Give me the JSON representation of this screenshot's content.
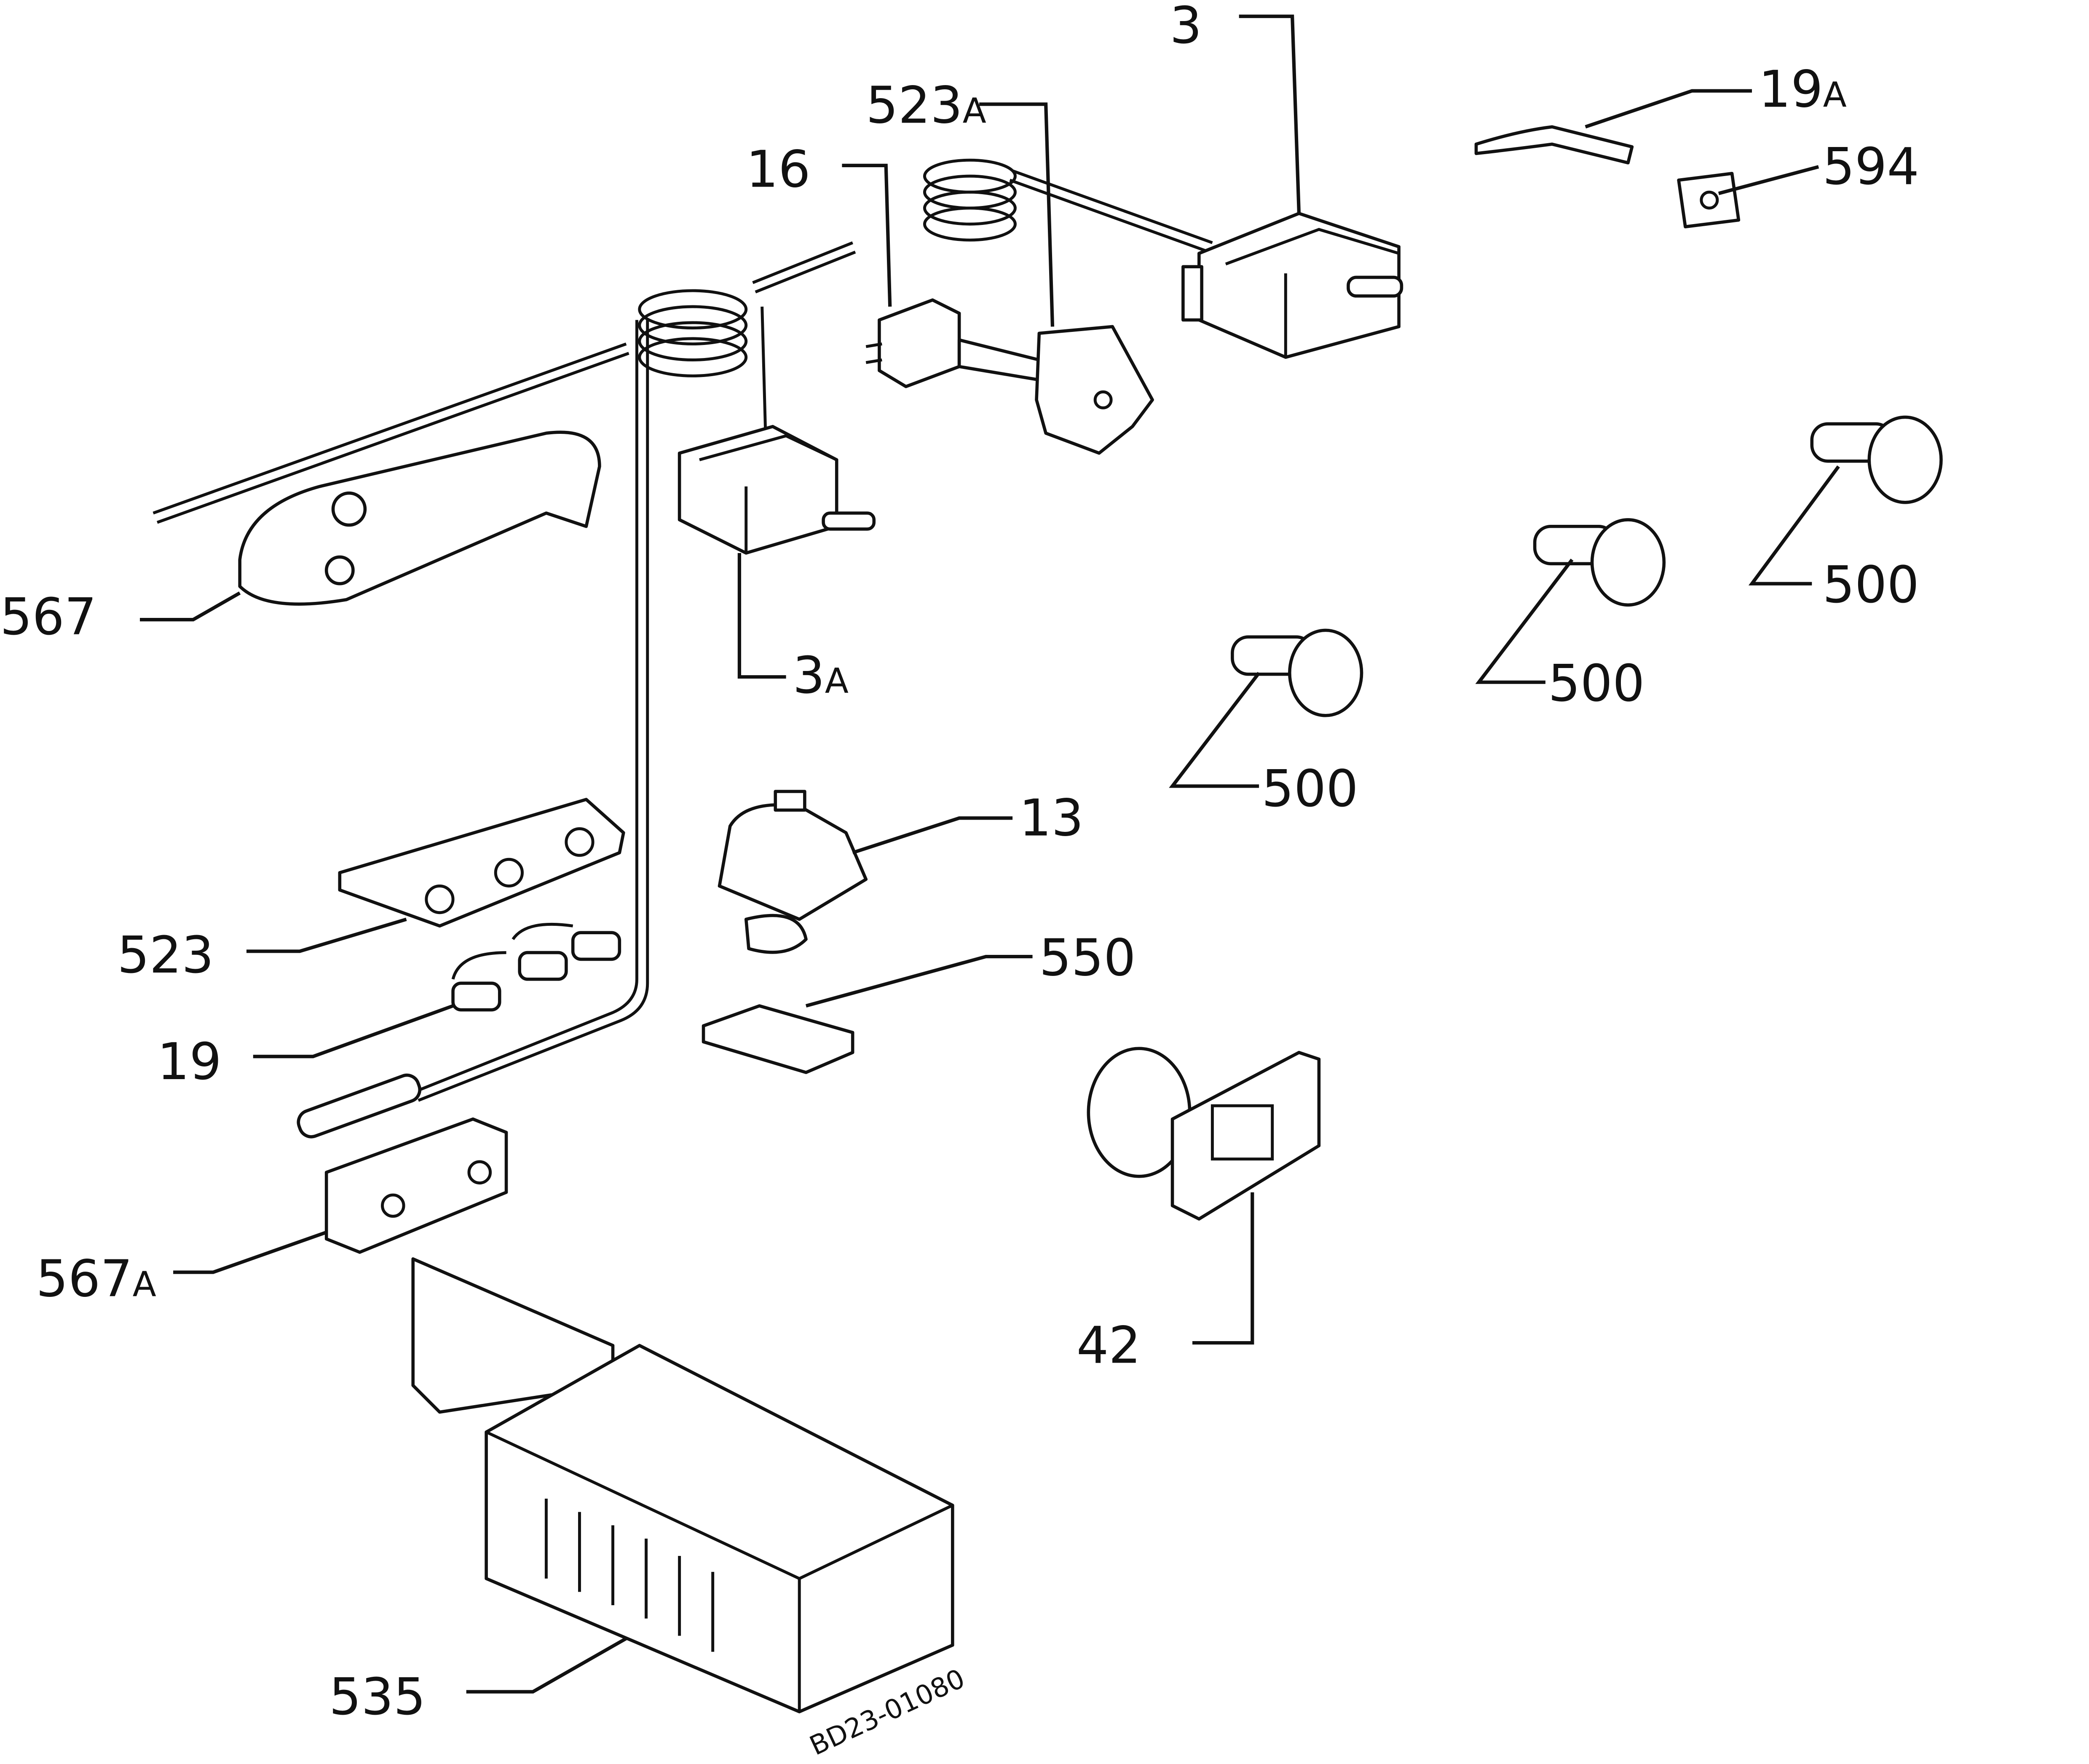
{
  "diagram": {
    "drawing_code": "BD23-01080",
    "parts": [
      {
        "id": "3",
        "num": "3",
        "suffix": ""
      },
      {
        "id": "523a",
        "num": "523",
        "suffix": "A"
      },
      {
        "id": "16",
        "num": "16",
        "suffix": ""
      },
      {
        "id": "19a",
        "num": "19",
        "suffix": "A"
      },
      {
        "id": "594",
        "num": "594",
        "suffix": ""
      },
      {
        "id": "567",
        "num": "567",
        "suffix": ""
      },
      {
        "id": "3a",
        "num": "3",
        "suffix": "A"
      },
      {
        "id": "500a",
        "num": "500",
        "suffix": ""
      },
      {
        "id": "500b",
        "num": "500",
        "suffix": ""
      },
      {
        "id": "500c",
        "num": "500",
        "suffix": ""
      },
      {
        "id": "13",
        "num": "13",
        "suffix": ""
      },
      {
        "id": "523",
        "num": "523",
        "suffix": ""
      },
      {
        "id": "550",
        "num": "550",
        "suffix": ""
      },
      {
        "id": "19",
        "num": "19",
        "suffix": ""
      },
      {
        "id": "567a",
        "num": "567",
        "suffix": "A"
      },
      {
        "id": "42",
        "num": "42",
        "suffix": ""
      },
      {
        "id": "535",
        "num": "535",
        "suffix": ""
      }
    ]
  }
}
